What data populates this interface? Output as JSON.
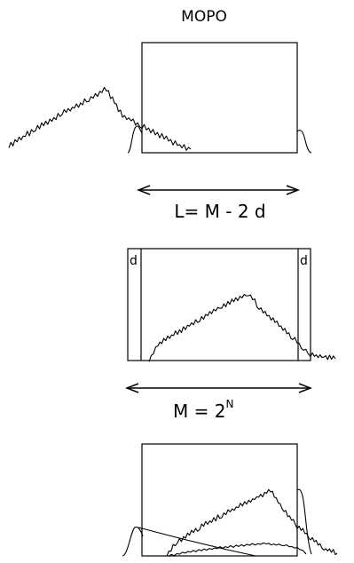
{
  "title": "MOPO",
  "panel1": {
    "equation": "L= M - 2 d"
  },
  "panel2": {
    "pad_left": "d",
    "pad_right": "d",
    "equation_base": "M = 2",
    "equation_exponent": "N"
  }
}
